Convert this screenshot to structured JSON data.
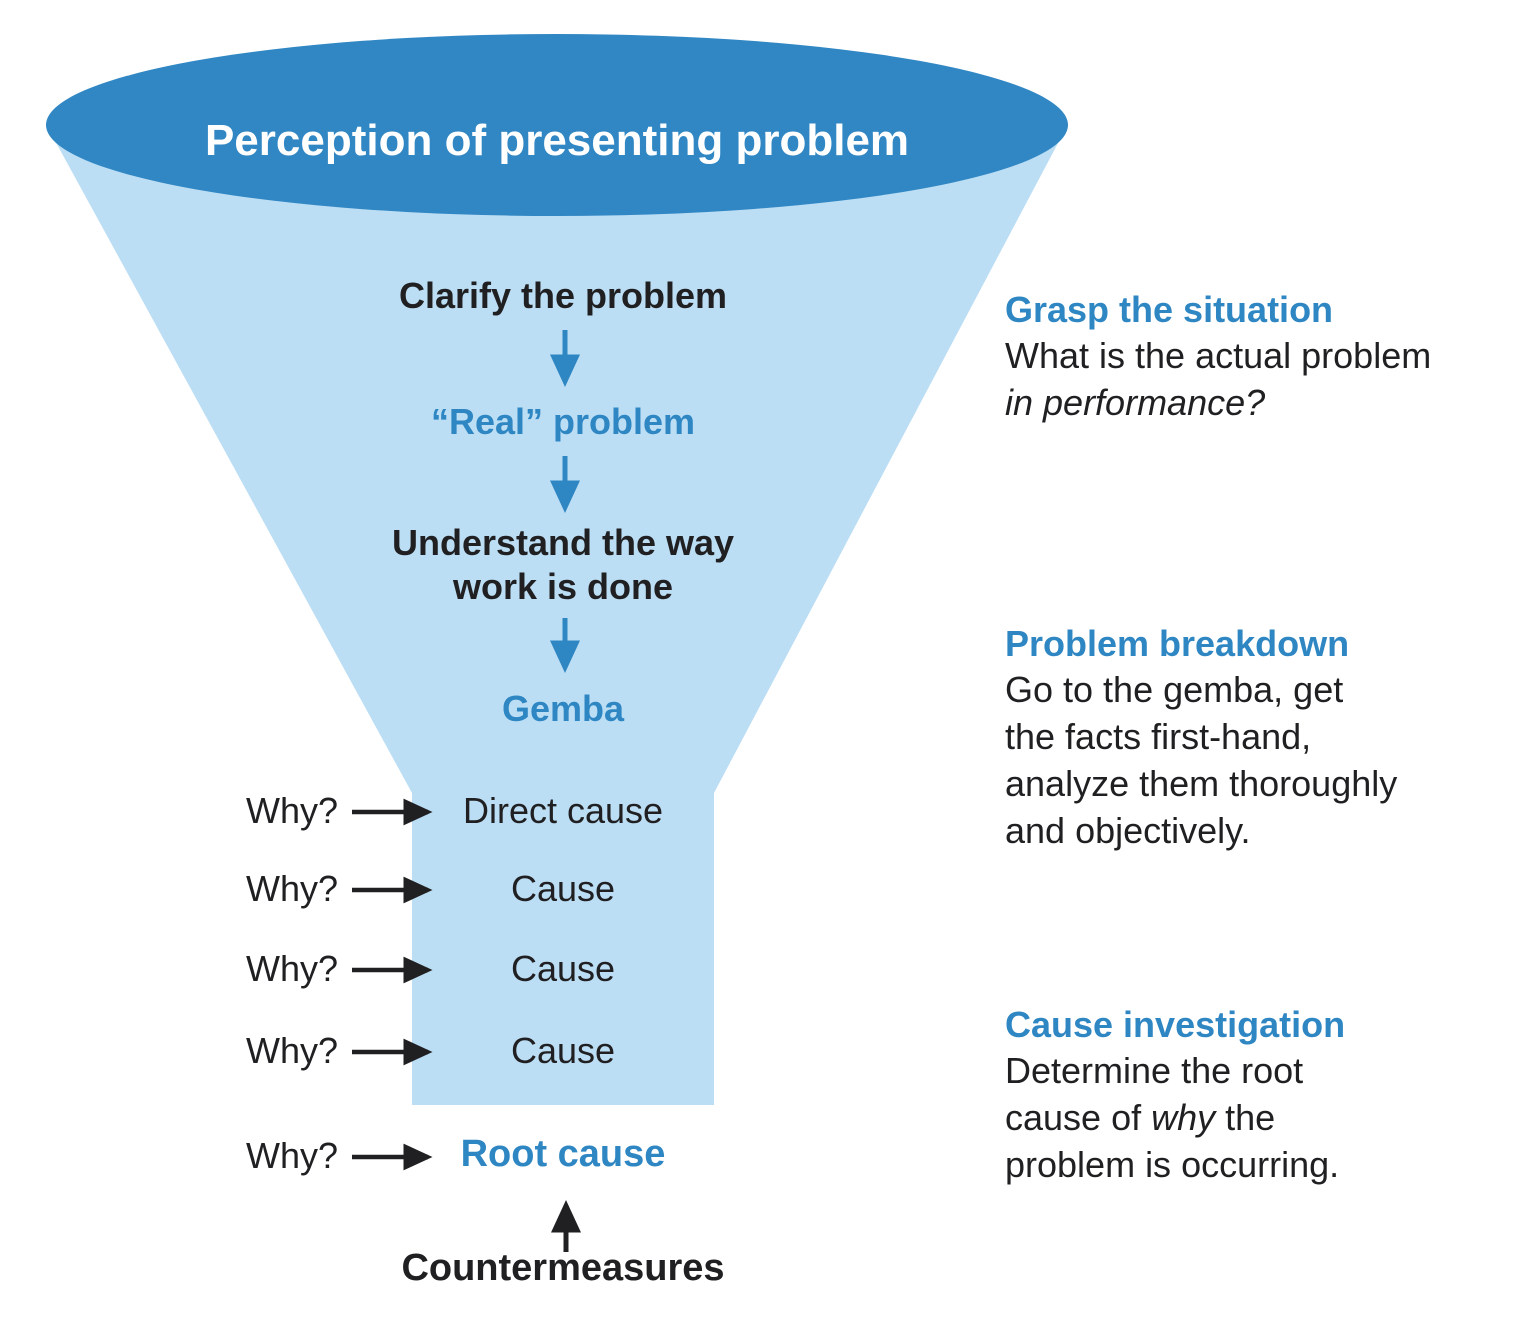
{
  "funnel": {
    "title": "Perception of presenting problem",
    "steps": [
      {
        "label": "Clarify the problem"
      },
      {
        "label": "“Real” problem"
      },
      {
        "line1": "Understand the way",
        "line2": "work is done"
      },
      {
        "label": "Gemba"
      }
    ],
    "why_rows": [
      {
        "question": "Why?",
        "answer": "Direct cause"
      },
      {
        "question": "Why?",
        "answer": "Cause"
      },
      {
        "question": "Why?",
        "answer": "Cause"
      },
      {
        "question": "Why?",
        "answer": "Cause"
      }
    ],
    "root": {
      "question": "Why?",
      "answer": "Root cause"
    },
    "countermeasures": "Countermeasures"
  },
  "annotations": [
    {
      "heading": "Grasp the situation",
      "line1": "What is the actual problem",
      "line2_italic": "in performance?"
    },
    {
      "heading": "Problem breakdown",
      "lines": [
        "Go to the gemba, get",
        "the facts first-hand,",
        "analyze them thoroughly",
        "and objectively."
      ]
    },
    {
      "heading": "Cause investigation",
      "line1": "Determine the root",
      "line2_pre": "cause of ",
      "line2_italic": "why",
      "line2_post": " the",
      "line3": "problem is occurring."
    }
  ],
  "colors": {
    "accent_blue": "#2e86c3",
    "funnel_light_blue": "#bcdef4",
    "funnel_dark_blue": "#3187c4",
    "text_dark": "#202022",
    "background": "#ffffff"
  }
}
